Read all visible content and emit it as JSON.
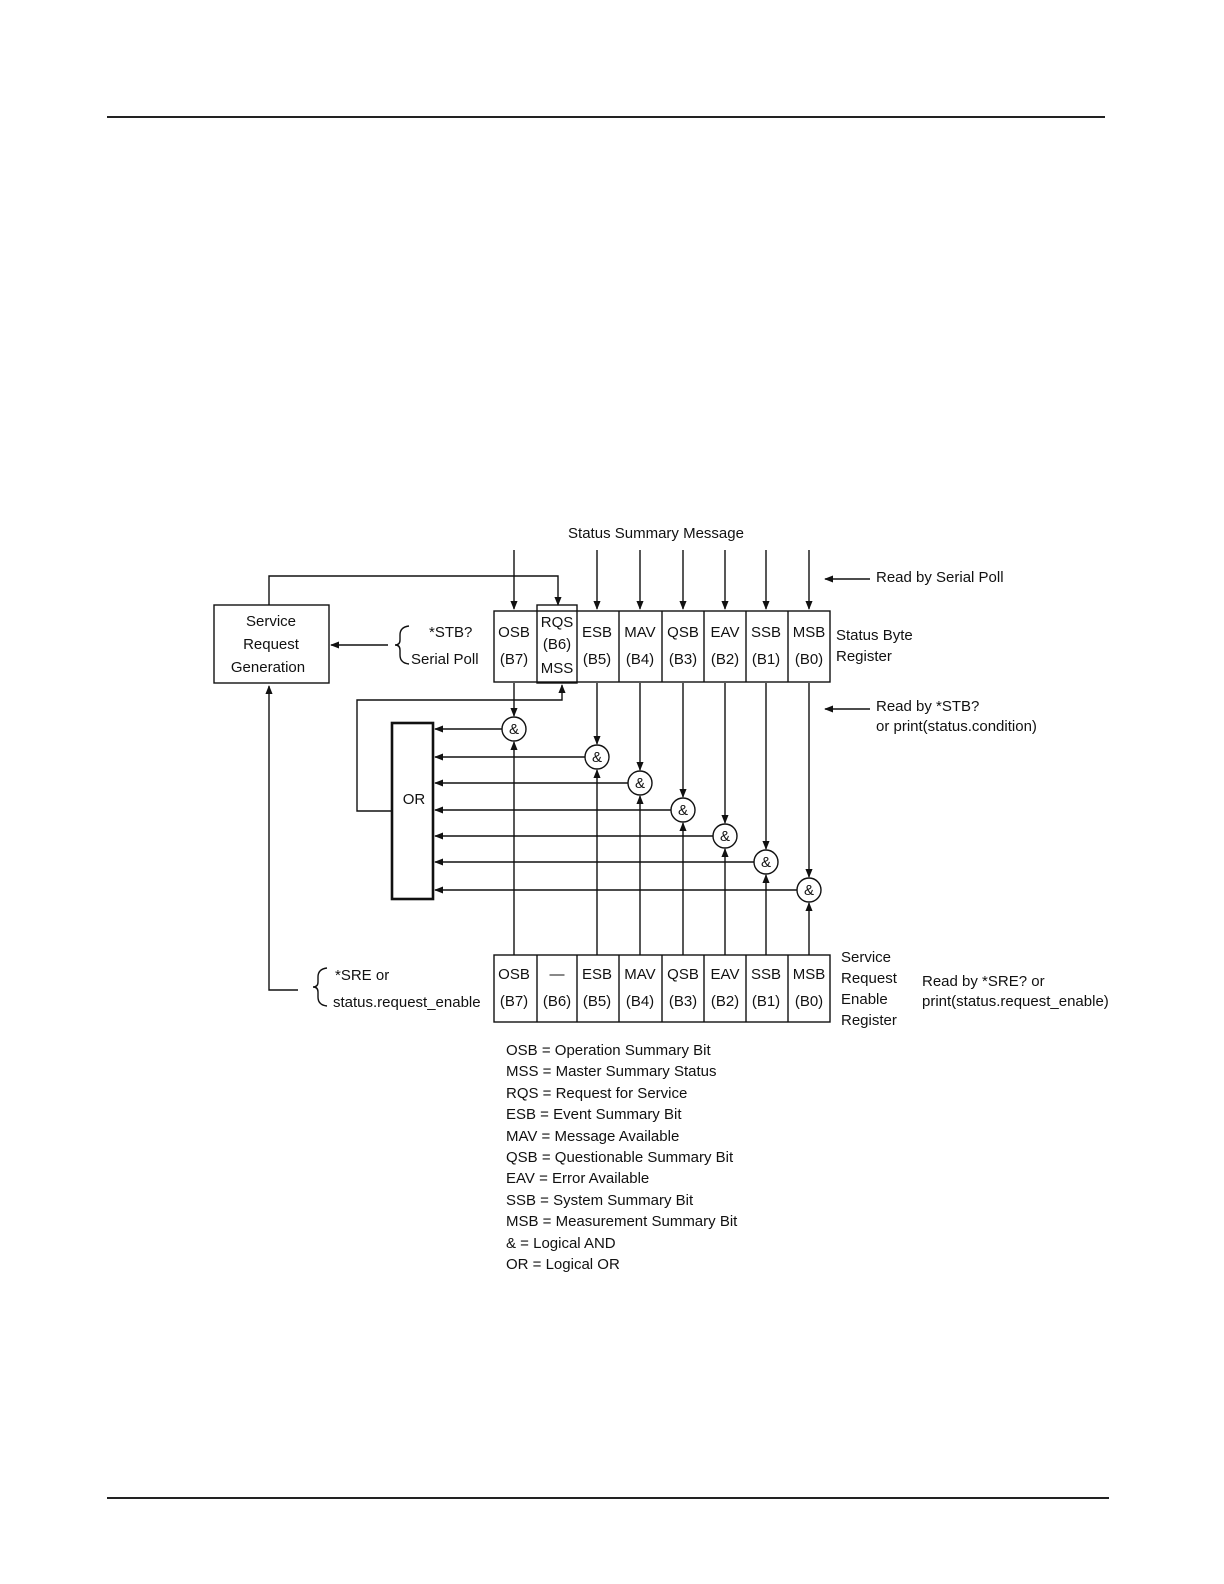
{
  "title": "Status Summary Message",
  "service_request_generation": [
    "Service",
    "Request",
    "Generation"
  ],
  "stb_query": [
    "*STB?",
    "Serial Poll"
  ],
  "read_by_serial_poll": "Read by Serial Poll",
  "status_byte_register": {
    "label": [
      "Status Byte",
      "Register"
    ],
    "read_note": [
      "Read by *STB?",
      "or print(status.condition)"
    ],
    "cells": [
      {
        "name": "OSB",
        "bit": "(B7)"
      },
      {
        "name": "RQS",
        "bit": "(B6)",
        "extra": "MSS"
      },
      {
        "name": "ESB",
        "bit": "(B5)"
      },
      {
        "name": "MAV",
        "bit": "(B4)"
      },
      {
        "name": "QSB",
        "bit": "(B3)"
      },
      {
        "name": "EAV",
        "bit": "(B2)"
      },
      {
        "name": "SSB",
        "bit": "(B1)"
      },
      {
        "name": "MSB",
        "bit": "(B0)"
      }
    ]
  },
  "or_label": "OR",
  "and_symbol": "&",
  "sre_command": [
    "*SRE or",
    "status.request_enable"
  ],
  "service_request_enable_register": {
    "label": [
      "Service",
      "Request",
      "Enable",
      "Register"
    ],
    "read_note": [
      "Read by *SRE? or",
      "print(status.request_enable)"
    ],
    "cells": [
      {
        "name": "OSB",
        "bit": "(B7)"
      },
      {
        "name": "—",
        "bit": "(B6)"
      },
      {
        "name": "ESB",
        "bit": "(B5)"
      },
      {
        "name": "MAV",
        "bit": "(B4)"
      },
      {
        "name": "QSB",
        "bit": "(B3)"
      },
      {
        "name": "EAV",
        "bit": "(B2)"
      },
      {
        "name": "SSB",
        "bit": "(B1)"
      },
      {
        "name": "MSB",
        "bit": "(B0)"
      }
    ]
  },
  "legend": [
    "OSB = Operation Summary Bit",
    "MSS = Master Summary Status",
    "RQS = Request for Service",
    "ESB = Event Summary Bit",
    "MAV = Message Available",
    "QSB = Questionable Summary Bit",
    "EAV = Error Available",
    "SSB = System Summary Bit",
    "MSB = Measurement Summary Bit",
    "& = Logical AND",
    "OR = Logical OR"
  ]
}
